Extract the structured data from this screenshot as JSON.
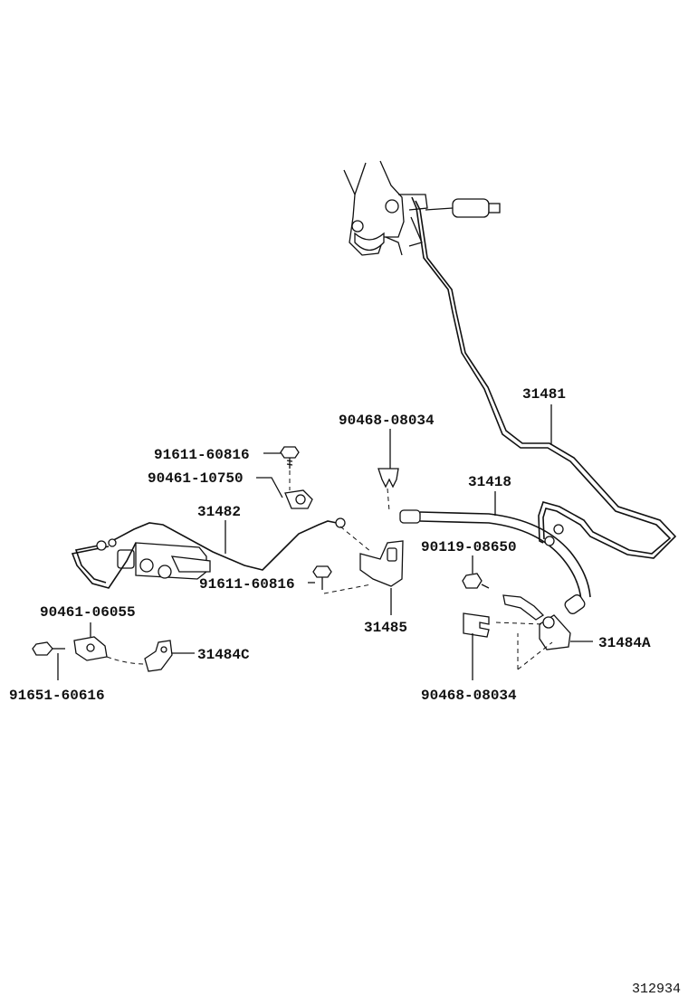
{
  "labels": {
    "p31481": "31481",
    "p90468_top": "90468-08034",
    "p91611_top": "91611-60816",
    "p90461_10750": "90461-10750",
    "p31418": "31418",
    "p31482": "31482",
    "p90119": "90119-08650",
    "p91611_mid": "91611-60816",
    "p90461_06055": "90461-06055",
    "p31485": "31485",
    "p31484A": "31484A",
    "p31484C": "31484C",
    "p91651": "91651-60616",
    "p90468_bot": "90468-08034"
  },
  "diagram_number": "312934"
}
